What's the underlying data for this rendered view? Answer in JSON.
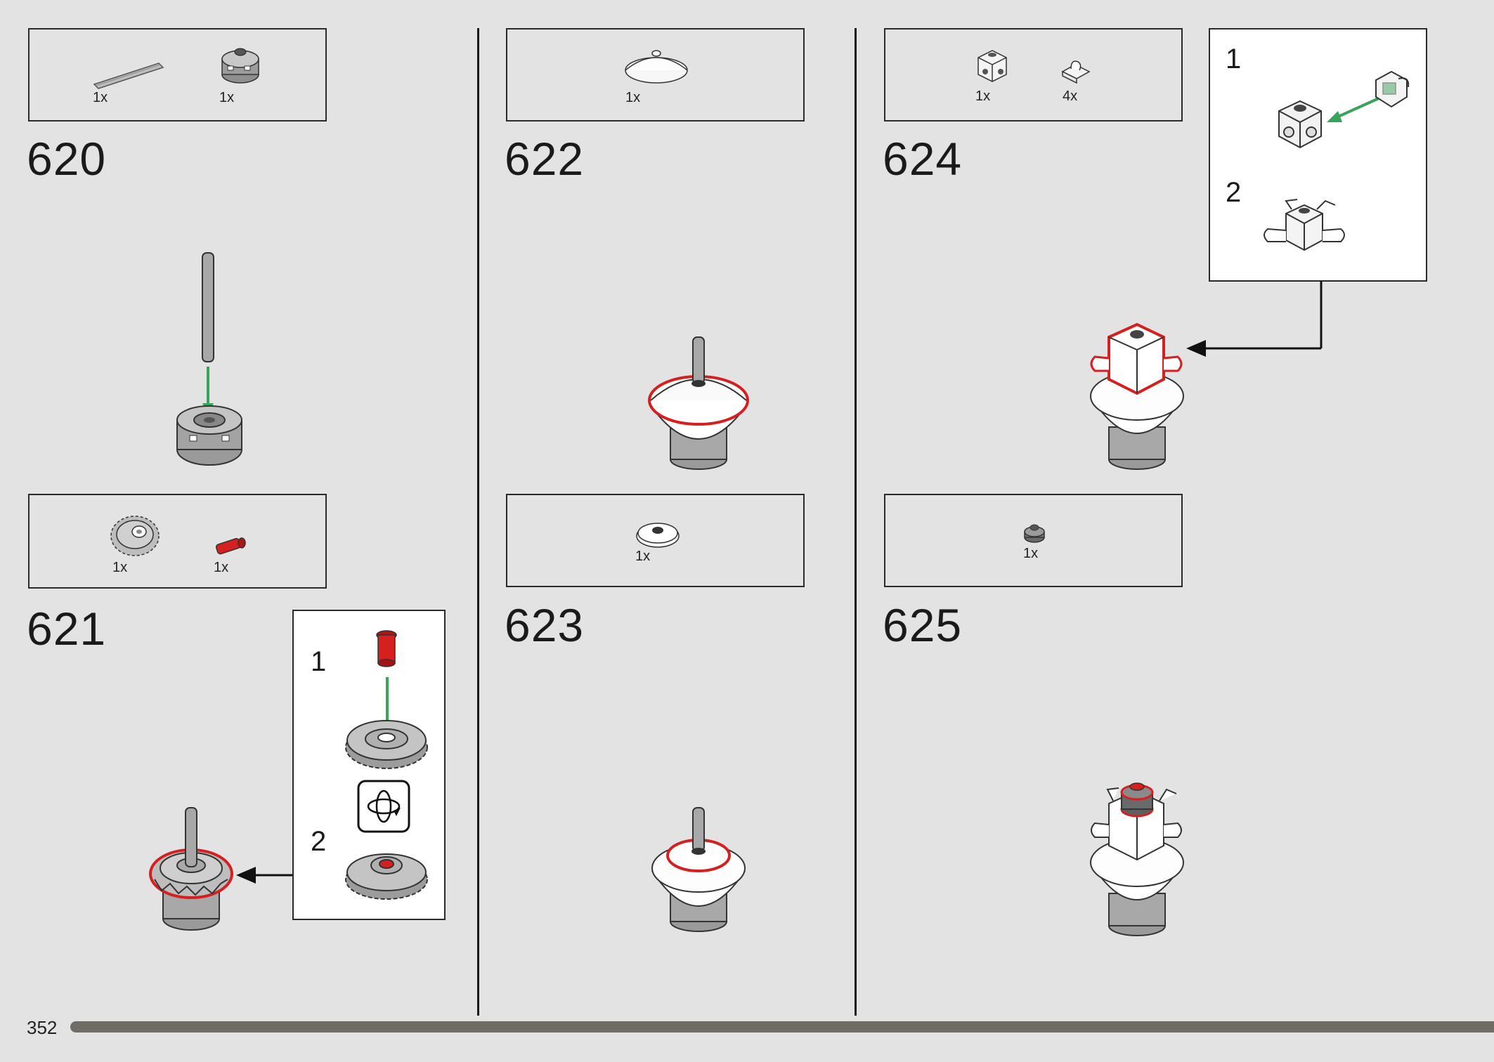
{
  "page": {
    "number": "352",
    "progress_percent": 100
  },
  "steps": [
    {
      "number": "620",
      "parts": [
        {
          "qty": "1x",
          "icon": "axle-icon"
        },
        {
          "qty": "1x",
          "icon": "round-brick-icon"
        }
      ]
    },
    {
      "number": "621",
      "parts": [
        {
          "qty": "1x",
          "icon": "gear-icon"
        },
        {
          "qty": "1x",
          "icon": "red-pin-icon"
        }
      ],
      "callout": {
        "sub_steps": [
          "1",
          "2"
        ],
        "icon": "rotate-model-icon"
      }
    },
    {
      "number": "622",
      "parts": [
        {
          "qty": "1x",
          "icon": "dish-icon"
        }
      ]
    },
    {
      "number": "623",
      "parts": [
        {
          "qty": "1x",
          "icon": "round-tile-icon"
        }
      ]
    },
    {
      "number": "624",
      "parts": [
        {
          "qty": "1x",
          "icon": "brick-with-studs-icon"
        },
        {
          "qty": "4x",
          "icon": "clip-plate-icon"
        }
      ],
      "callout": {
        "sub_steps": [
          "1",
          "2"
        ]
      }
    },
    {
      "number": "625",
      "parts": [
        {
          "qty": "1x",
          "icon": "round-plate-icon"
        }
      ]
    }
  ],
  "colors": {
    "background": "#e3e3e3",
    "highlight": "#d61f1f",
    "arrow_green": "#3aa35a",
    "part_gray": "#a8a8a8",
    "progress": "#6f6c66"
  }
}
